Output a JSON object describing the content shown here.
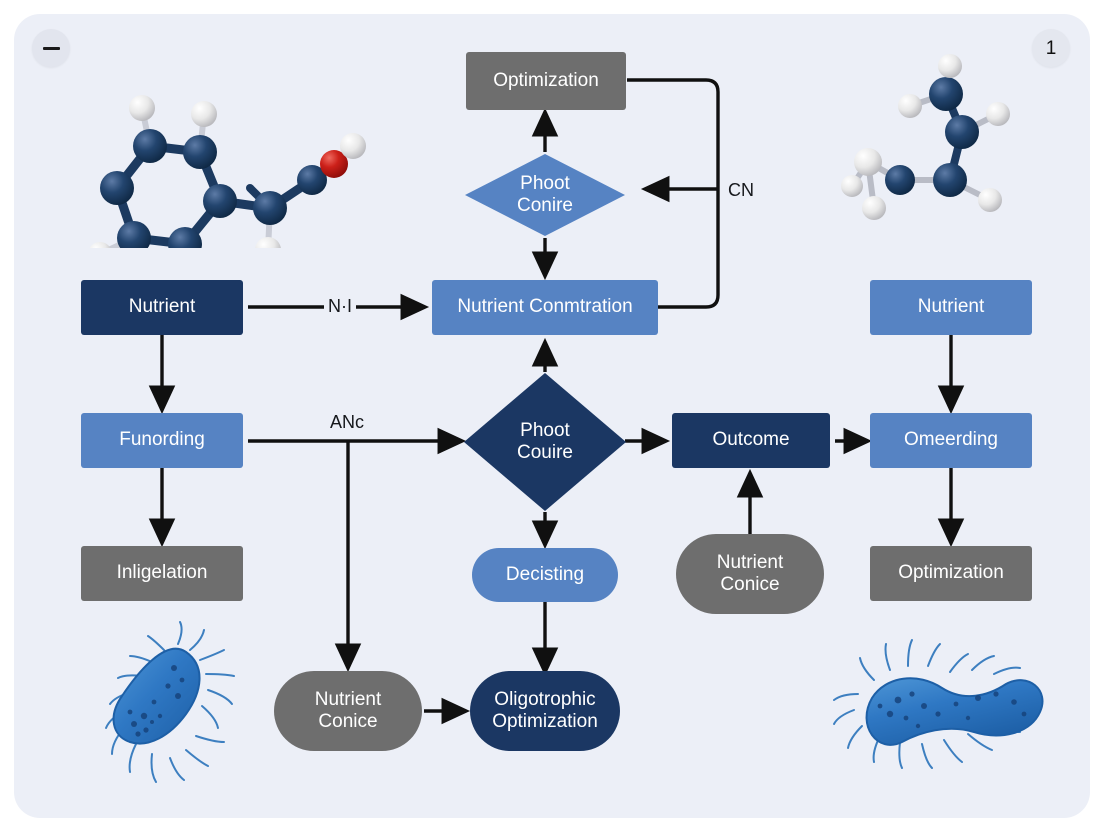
{
  "canvas": {
    "background": "#eceff7",
    "page_background": "#ffffff"
  },
  "controls": {
    "collapse_button": {
      "icon": "minus-icon",
      "label": ""
    },
    "page_badge": {
      "label": "1"
    }
  },
  "palette": {
    "navy": "#1b3763",
    "blue": "#5683c3",
    "gray": "#6e6e6e",
    "arrow": "#101010",
    "text_on_fill": "#ffffff",
    "oxygen_red": "#c31a16",
    "hydrogen_white": "#f2f2f2",
    "bacteria_blue": "#2f78c4"
  },
  "nodes": {
    "optimization_top": {
      "label": "Optimization",
      "shape": "rect",
      "fill": "gray"
    },
    "phoot_conire": {
      "label": "Phoot\nConire",
      "line1": "Phoot",
      "line2": "Conire",
      "shape": "diamond",
      "fill": "blue"
    },
    "nutrient_left": {
      "label": "Nutrient",
      "shape": "rect",
      "fill": "navy"
    },
    "nutrient_conmtration": {
      "label": "Nutrient Conmtration",
      "shape": "rect",
      "fill": "blue"
    },
    "nutrient_right": {
      "label": "Nutrient",
      "shape": "rect",
      "fill": "blue"
    },
    "funording": {
      "label": "Funording",
      "shape": "rect",
      "fill": "blue"
    },
    "phoot_couire": {
      "label": "Phoot\nCouire",
      "line1": "Phoot",
      "line2": "Couire",
      "shape": "diamond",
      "fill": "navy"
    },
    "outcome": {
      "label": "Outcome",
      "shape": "rect",
      "fill": "navy"
    },
    "omeerding": {
      "label": "Omeerding",
      "shape": "rect",
      "fill": "blue"
    },
    "inligelation": {
      "label": "Inligelation",
      "shape": "rect",
      "fill": "gray"
    },
    "decisting": {
      "label": "Decisting",
      "shape": "pill",
      "fill": "blue"
    },
    "nutrient_conice_mid": {
      "label": "Nutrient\nConice",
      "line1": "Nutrient",
      "line2": "Conice",
      "shape": "pill",
      "fill": "gray"
    },
    "optimization_right": {
      "label": "Optimization",
      "shape": "rect",
      "fill": "gray"
    },
    "nutrient_conice_bottom": {
      "label": "Nutrient\nConice",
      "line1": "Nutrient",
      "line2": "Conice",
      "shape": "pill",
      "fill": "gray"
    },
    "oligotrophic_optimization": {
      "label": "Oligotrophic\nOptimization",
      "line1": "Oligotrophic",
      "line2": "Optimization",
      "shape": "pill",
      "fill": "navy"
    }
  },
  "edge_labels": {
    "nutrient_to_conmtration": "N·I",
    "funording_to_phoot": "ANc",
    "feedback_loop": "CN"
  },
  "artwork": {
    "molecule_left": "benzaldehyde-like-ball-and-stick-molecule",
    "molecule_right": "branched-amine-ball-and-stick-molecule",
    "bacterium_left": "flagellated-rod-bacterium",
    "bacterium_right": "flagellated-rod-bacterium"
  },
  "watermark": {
    "text": ""
  }
}
